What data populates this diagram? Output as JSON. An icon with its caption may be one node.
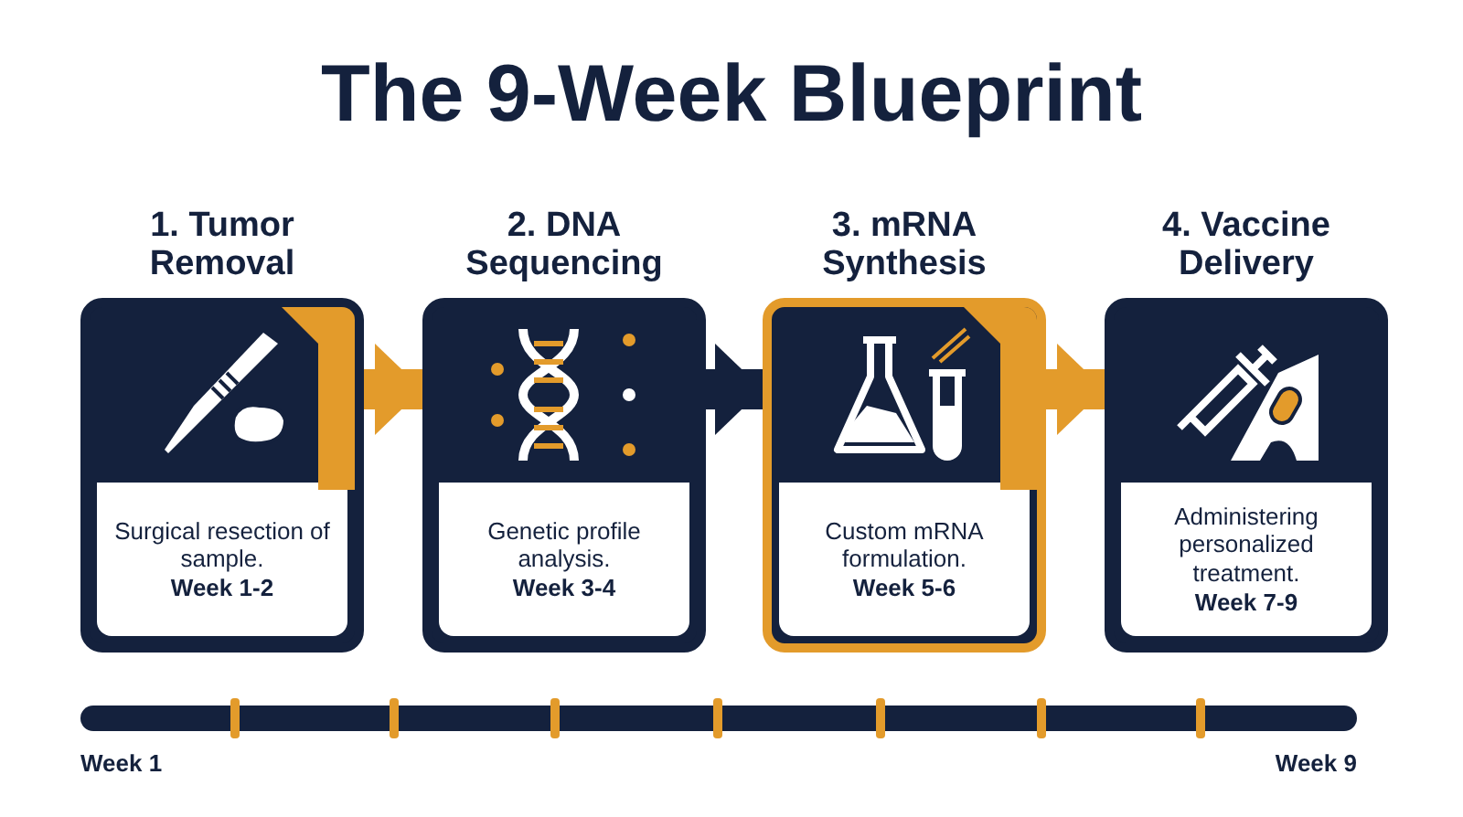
{
  "diagram": {
    "title": "The 9-Week Blueprint",
    "nodes": [
      {
        "text": [
          "1. Tumor Removal",
          "Surgical resection of sample.",
          "Week 1-2"
        ]
      },
      {
        "text": [
          "2. DNA Sequencing",
          "Genetic profile analysis.",
          "Week 3-4"
        ]
      },
      {
        "text": [
          "3. mRNA Synthesis",
          "Custom mRNA formulation.",
          "Week 5-6"
        ]
      },
      {
        "text": [
          "4. Vaccine Delivery",
          "Administering personalized treatment.",
          "Week 7-9"
        ]
      }
    ],
    "edges": [
      {
        "from": 0,
        "to": 1,
        "arrow": "to"
      },
      {
        "from": 1,
        "to": 2,
        "arrow": "to",
        "color": "#14213d"
      },
      {
        "from": 2,
        "to": 3,
        "arrow": "to"
      }
    ],
    "labels": [
      "Week 1",
      "Week 9"
    ]
  }
}
